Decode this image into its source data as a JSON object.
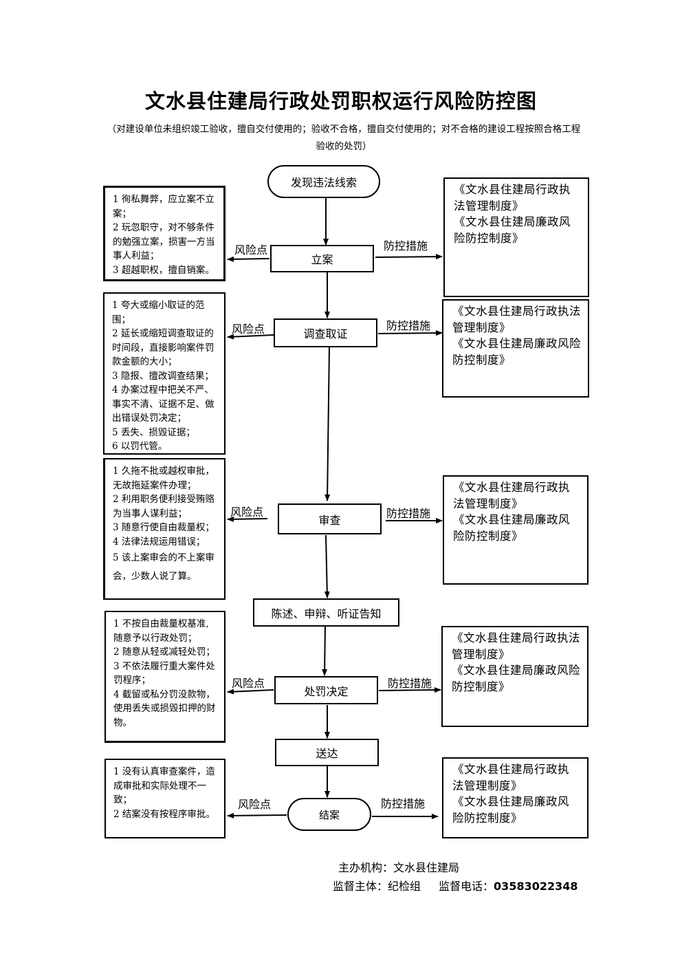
{
  "title": "文水县住建局行政处罚职权运行风险防控图",
  "subtitle": "（对建设单位未组织竣工验收，擅自交付使用的；验收不合格，擅自交付使用的；对不合格的建设工程按照合格工程验收的处罚）",
  "risk_label": "风险点",
  "measure_label": "防控措施",
  "measures": [
    "《文水县住建局行政执法管理制度》",
    "《文水县住建局廉政风险防控制度》"
  ],
  "steps": {
    "start": "发现违法线索",
    "filing": "立案",
    "investigation": "调查取证",
    "review": "审查",
    "notice": "陈述、申辩、听证告知",
    "decision": "处罚决定",
    "delivery": "送达",
    "close": "结案"
  },
  "risks": {
    "filing": [
      "1 徇私舞弊，应立案不立案；",
      "2 玩忽职守，对不够条件的勉强立案，损害一方当事人利益；",
      "3 超越职权，擅自销案。"
    ],
    "investigation": [
      "1 夸大或缩小取证的范围；",
      "2 延长或缩短调查取证的时间段，直接影响案件罚款金额的大小；",
      "3 隐报、擅改调查结果；",
      "4 办案过程中把关不严、事实不清、证据不足、做出错误处罚决定；",
      "5 丢失、损毁证据；",
      "6 以罚代管。"
    ],
    "review": [
      "1 久拖不批或越权审批，无故拖延案件办理；",
      "2 利用职务便利接受贿赂为当事人谋利益；",
      "3 随意行使自由裁量权；",
      "4 法律法规运用错误；",
      "5 该上案审会的不上案审会，少数人说了算。"
    ],
    "decision": [
      "1 不按自由裁量权基准,随意予以行政处罚；",
      "2 随意从轻或减轻处罚；",
      "3 不依法履行重大案件处罚程序；",
      "4 截留或私分罚没款物，使用丢失或损毁扣押的财物。"
    ],
    "close": [
      "1 没有认真审查案件，造成审批和实际处理不一致；",
      "2 结案没有按程序审批。"
    ]
  },
  "footer": {
    "organizer_label": "主办机构：",
    "organizer": "文水县住建局",
    "supervisor_label": "监督主体：",
    "supervisor": "纪检组",
    "phone_label": "监督电话：",
    "phone": "03583022348"
  }
}
